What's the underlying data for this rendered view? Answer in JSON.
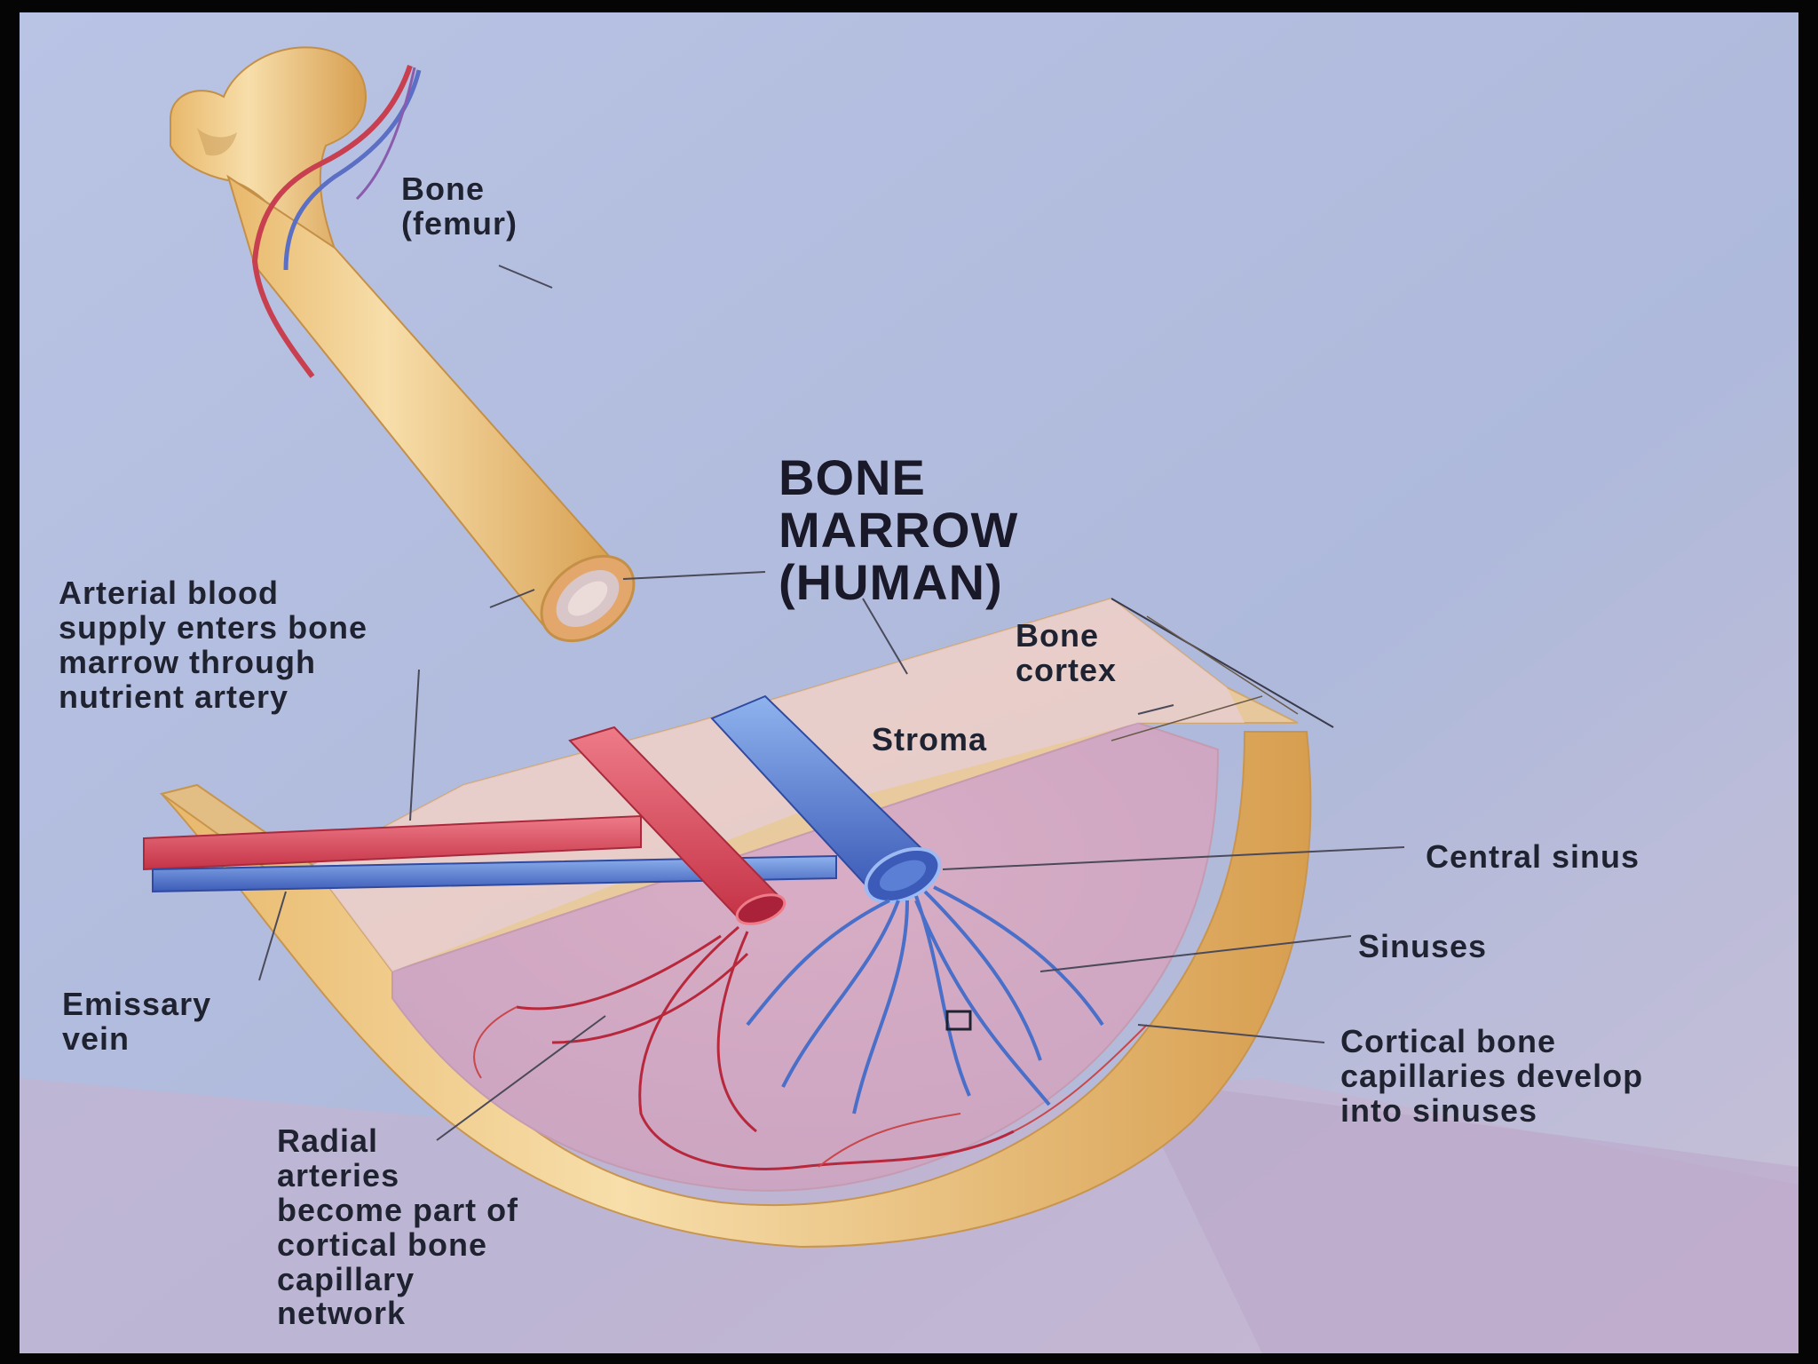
{
  "diagram": {
    "title": "BONE\nMARROW\n(HUMAN)",
    "labels": {
      "bone_femur": "Bone\n  (femur)",
      "arterial_supply": "Arterial blood\nsupply enters bone\nmarrow through\nnutrient artery",
      "bone_cortex": "Bone\n  cortex",
      "stroma": "Stroma",
      "central_sinus": "Central sinus",
      "sinuses": "Sinuses",
      "emissary_vein": "Emissary\nvein",
      "cortical_capillaries": "Cortical bone\ncapillaries develop\ninto sinuses",
      "radial_arteries": "Radial\narteries\nbecome part of\ncortical bone\ncapillary\nnetwork"
    },
    "colors": {
      "background": "#b7c1df",
      "bone": "#efc98a",
      "bone_shadow": "#d9a75e",
      "artery": "#d9485c",
      "vein": "#4f72c7",
      "marrow": "#d8b3c7",
      "text": "#1f2230"
    }
  }
}
